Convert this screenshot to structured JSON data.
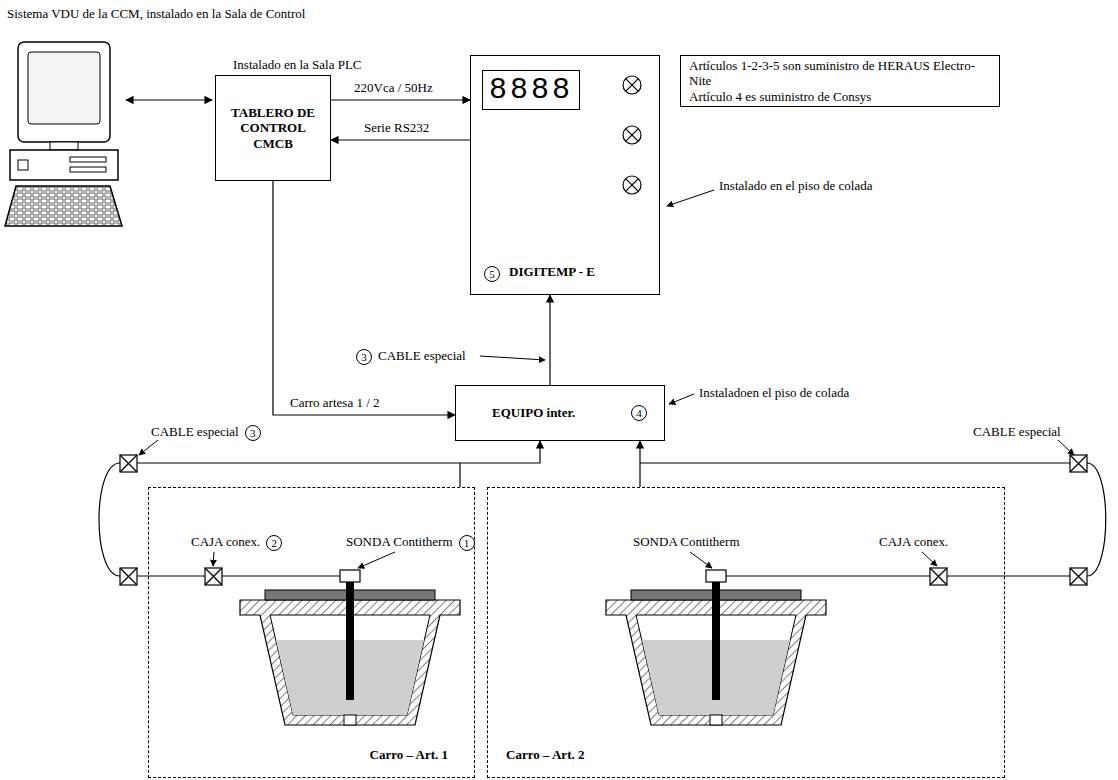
{
  "diagram": {
    "title": "Sistema VDU de la CCM, instalado en la Sala de Control",
    "nodes": [
      {
        "text": [
          "TABLERO DE CONTROL CMCB"
        ]
      },
      {
        "text": [
          "DIGITEMP - E"
        ]
      },
      {
        "text": [
          "Artículos 1-2-3-5 son suministro de HERAUS Electro-Nite",
          "Artículo 4 es suministro de Consys"
        ]
      },
      {
        "text": [
          "EQUIPO inter."
        ]
      },
      {
        "text": [
          "Carro – Art. 1"
        ]
      },
      {
        "text": [
          "Carro – Art. 2"
        ]
      }
    ],
    "edges": [
      {
        "from": 0,
        "to": 1,
        "label": "220Vca / 50Hz",
        "arrow": "to"
      },
      {
        "from": 1,
        "to": 0,
        "label": "Serie RS232",
        "arrow": "to"
      },
      {
        "from": 0,
        "to": 3,
        "label": "Carro artesa 1 / 2",
        "arrow": "to"
      },
      {
        "from": 3,
        "to": 1,
        "arrow": "to"
      },
      {
        "from": 4,
        "to": 3,
        "arrow": "to"
      },
      {
        "from": 5,
        "to": 3,
        "arrow": "to"
      }
    ],
    "labels": [
      "Instalado en la Sala PLC",
      "8888",
      "5",
      "Instalado en el piso de colada",
      "3",
      "CABLE especial",
      "4",
      "Instaladoen el piso de colada",
      "CABLE especial",
      "3",
      "CAJA conex.",
      "2",
      "SONDA Contitherm",
      "1",
      "SONDA Contitherm",
      "CAJA conex.",
      "CABLE especial"
    ]
  }
}
